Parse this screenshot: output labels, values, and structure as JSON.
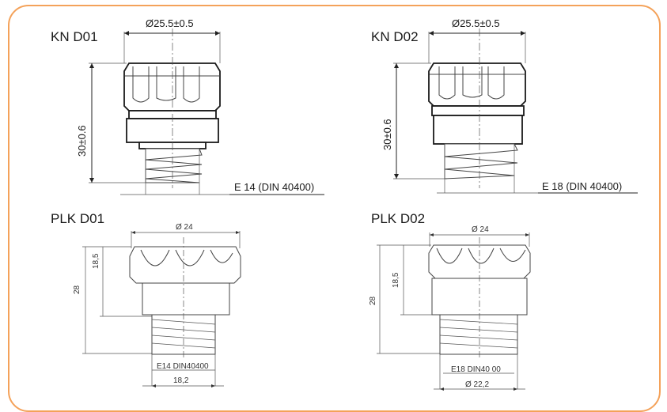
{
  "drawings": {
    "kn_d01": {
      "title": "KN D01",
      "diameter": "Ø25.5±0.5",
      "height": "30±0.6",
      "thread": "E 14 (DIN 40400)"
    },
    "kn_d02": {
      "title": "KN D02",
      "diameter": "Ø25.5±0.5",
      "height": "30±0.6",
      "thread": "E 18 (DIN 40400)"
    },
    "plk_d01": {
      "title": "PLK D01",
      "diameter": "Ø 24",
      "total_height": "28",
      "cap_height": "18,5",
      "thread": "E14 DIN40400",
      "bottom_width": "18,2"
    },
    "plk_d02": {
      "title": "PLK D02",
      "diameter": "Ø 24",
      "total_height": "28",
      "cap_height": "18,5",
      "thread": "E18 DIN40 00",
      "bottom_width": "Ø 22,2"
    }
  },
  "colors": {
    "frame_border": "#f4a25a"
  }
}
